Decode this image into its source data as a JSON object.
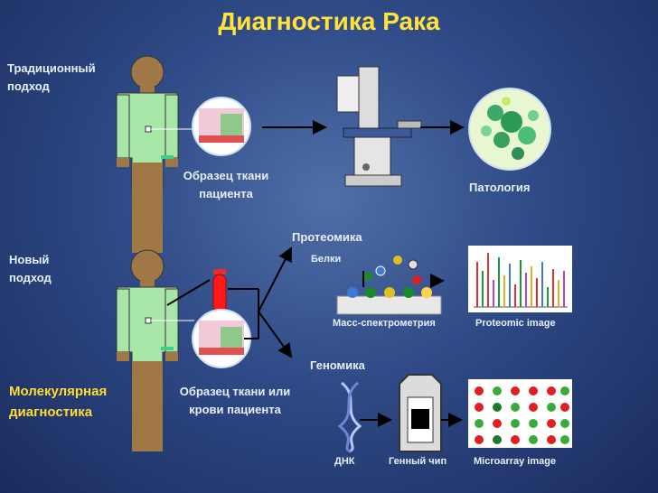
{
  "title": "Диагностика Рака",
  "traditional": {
    "approach_label": "Традиционный подход",
    "sample_label": "Образец ткани пациента",
    "result_label": "Патология"
  },
  "new": {
    "approach_label": "Новый подход",
    "molecular_label": "Молекулярная диагностика",
    "sample_label": "Образец ткани или крови пациента",
    "proteomics": {
      "heading": "Протеомика",
      "proteins_label": "Белки",
      "mass_spec_label": "Масс-спектрометрия",
      "image_label": "Proteomic image"
    },
    "genomics": {
      "heading": "Геномика",
      "dna_label": "ДНК",
      "chip_label": "Генный чип",
      "image_label": "Microarray image"
    }
  },
  "colors": {
    "title": "#ffe23a",
    "molecular": "#ffdd33",
    "arrow": "#000000",
    "skin": "#a07845",
    "shirt": "#a8e6a8"
  }
}
